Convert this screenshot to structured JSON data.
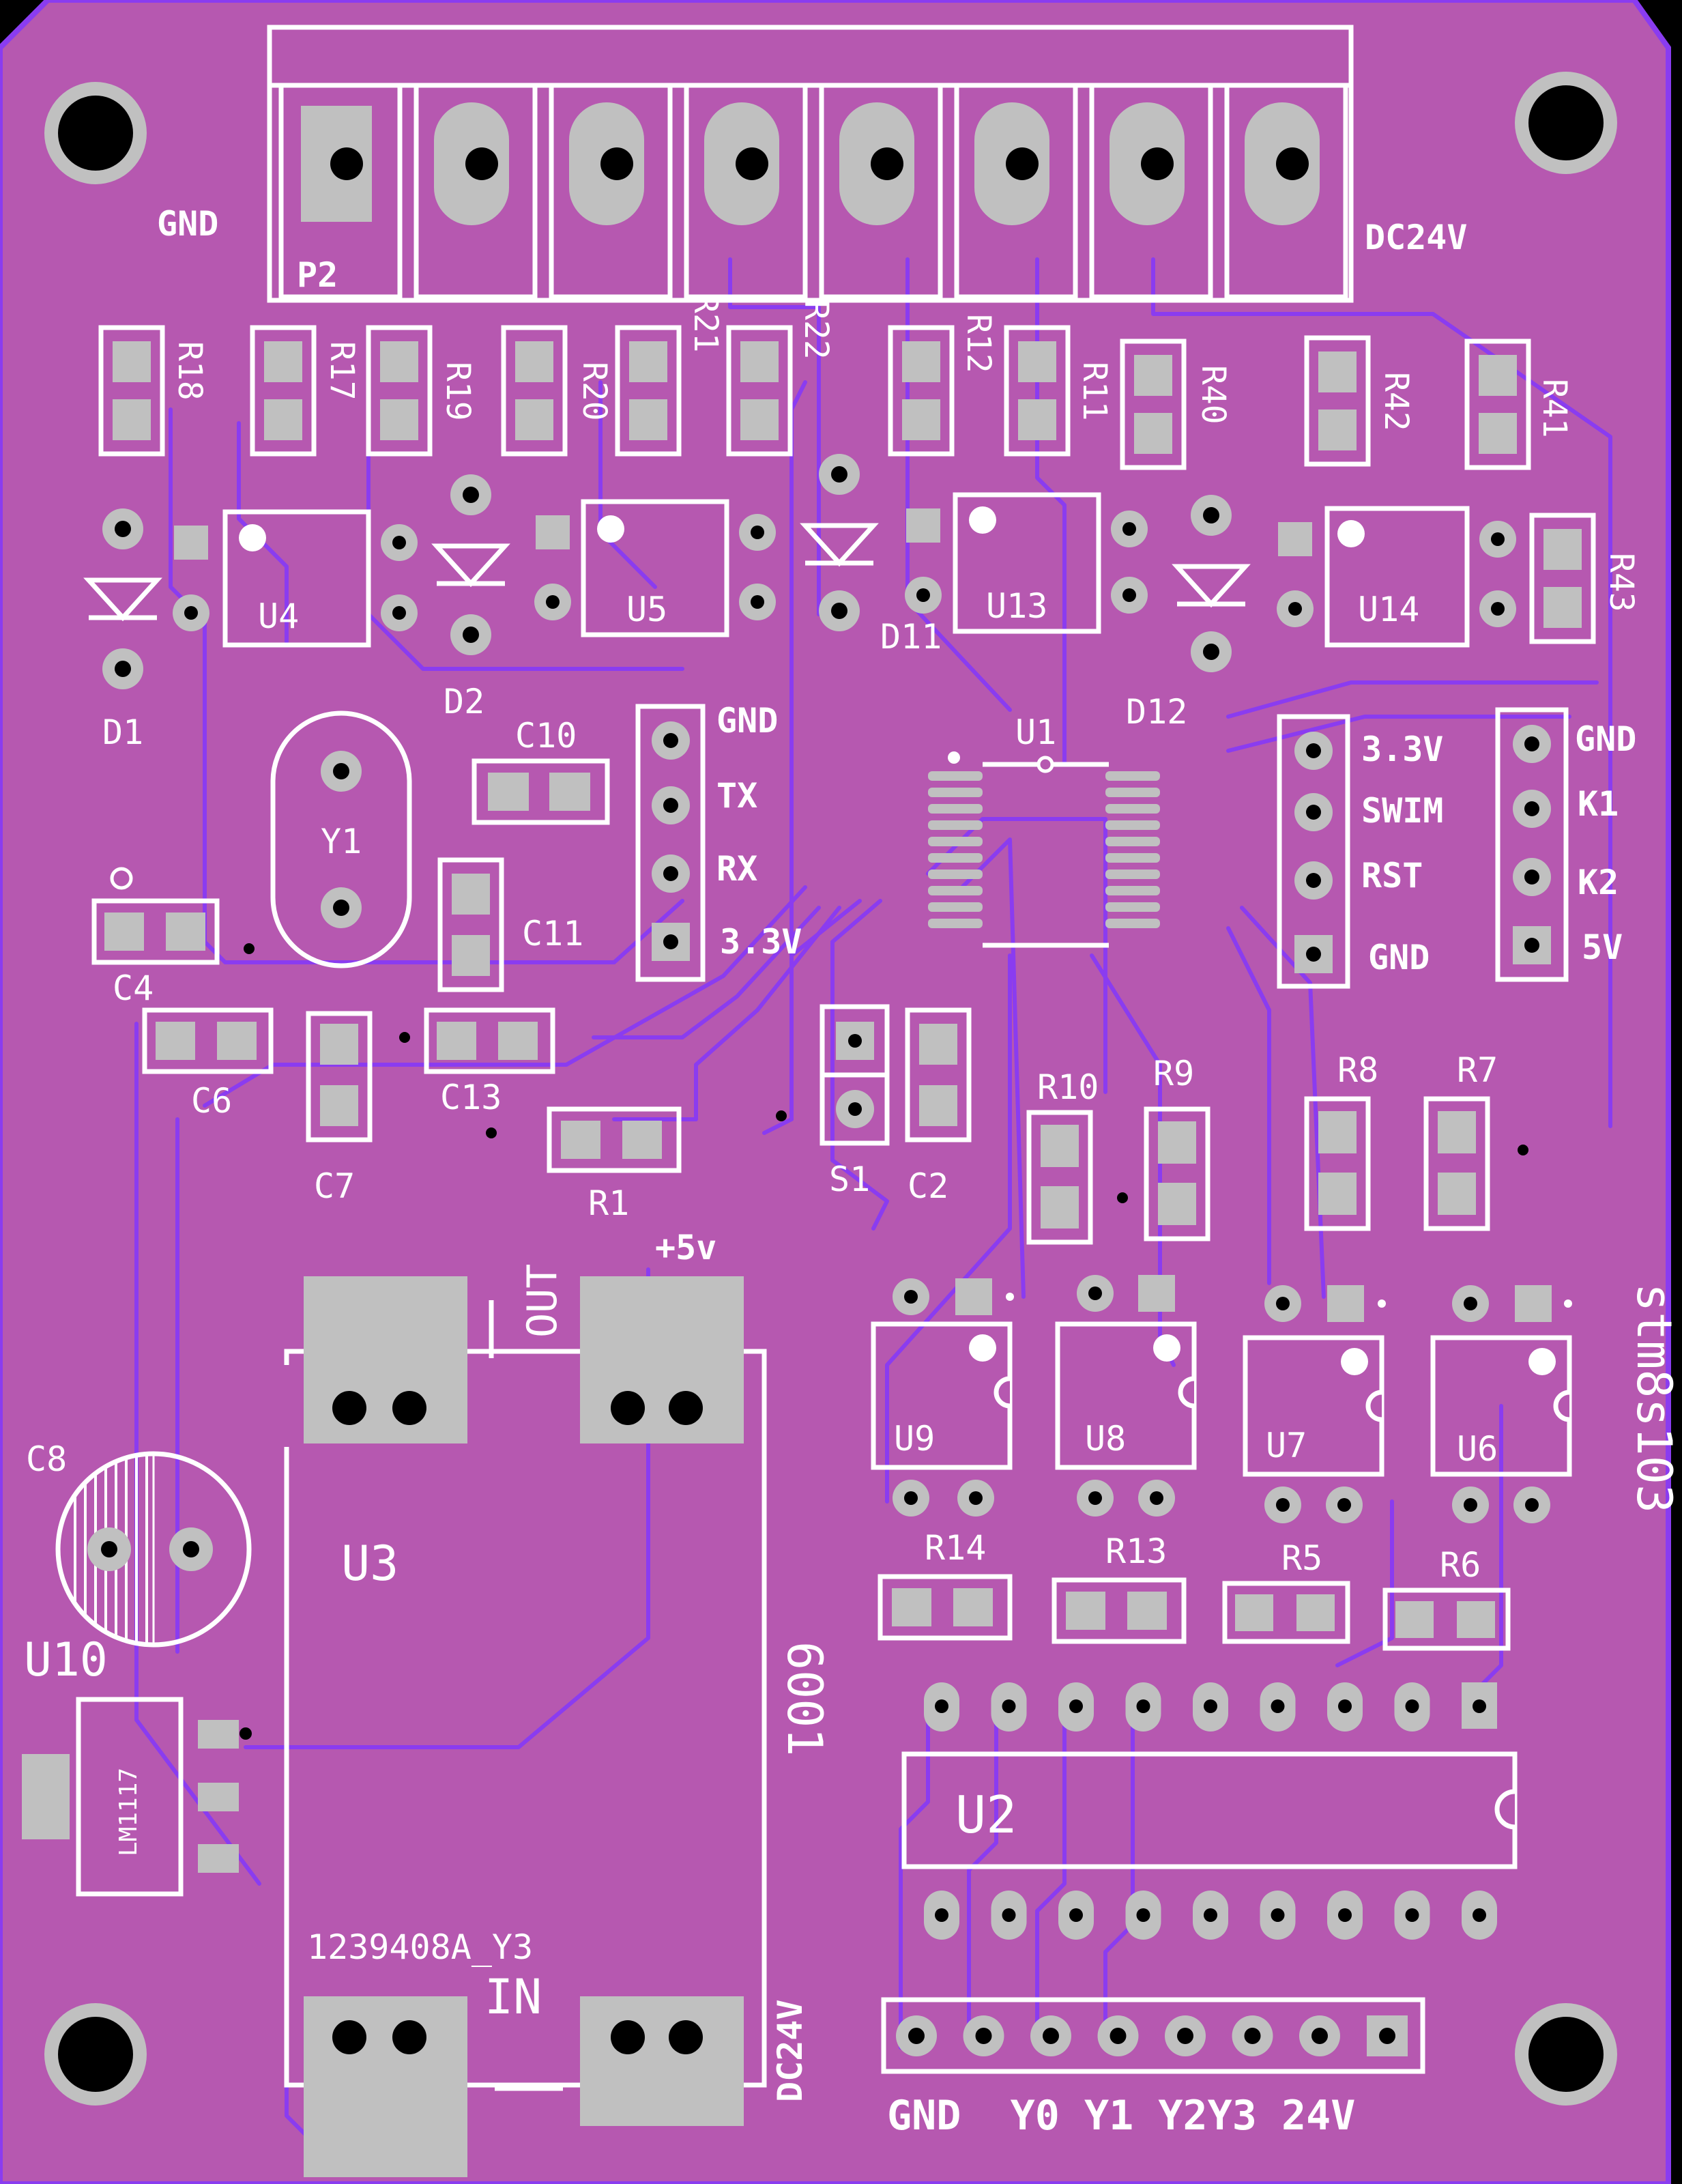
{
  "colors": {
    "board": "#b658b0",
    "silkscreen": "#ffffff",
    "pad": "#c0c0c0",
    "trace": "#8a3cf0",
    "background": "#000000"
  },
  "connector_p2": {
    "designator": "P2",
    "left_label": "GND",
    "right_label": "DC24V"
  },
  "resistors_top": [
    "R18",
    "R17",
    "R19",
    "R20",
    "R21",
    "R22",
    "R12",
    "R11",
    "R40",
    "R42",
    "R41",
    "R43"
  ],
  "optocouplers": [
    "U4",
    "U5",
    "U13",
    "U14"
  ],
  "diodes": [
    "D1",
    "D2",
    "D11",
    "D12"
  ],
  "mcu": {
    "designator": "U1"
  },
  "crystal": "Y1",
  "capacitors": {
    "c10": "C10",
    "c11": "C11",
    "c4": "C4",
    "c6": "C6",
    "c7": "C7",
    "c13": "C13",
    "c2": "C2",
    "c8": "C8"
  },
  "uart_header": [
    "GND",
    "TX",
    "RX",
    "3.3V"
  ],
  "swim_header": [
    "3.3V",
    "SWIM",
    "RST",
    "GND"
  ],
  "key_header": [
    "GND",
    "K1",
    "K2",
    "5V"
  ],
  "r1": "R1",
  "switch": "S1",
  "middle_resistors": [
    "R10",
    "R9",
    "R8",
    "R7"
  ],
  "relays": [
    "U9",
    "U8",
    "U7",
    "U6"
  ],
  "lower_resistors": [
    "R14",
    "R13",
    "R5",
    "R6"
  ],
  "power_module": {
    "designator": "U3",
    "out_label": "OUT",
    "out_voltage": "+5v",
    "in_label": "IN",
    "in_voltage": "DC24V",
    "part_number": "1239408A_Y3",
    "side_text": "6001"
  },
  "regulator": {
    "designator": "U10",
    "part": "LM1117"
  },
  "driver_ic": "U2",
  "output_header": {
    "labels": [
      "GND",
      "Y0",
      "Y1",
      "Y2",
      "Y3",
      "24V"
    ],
    "text": "GND  Y0 Y1 Y2Y3 24V"
  },
  "board_text": "stm8s103"
}
